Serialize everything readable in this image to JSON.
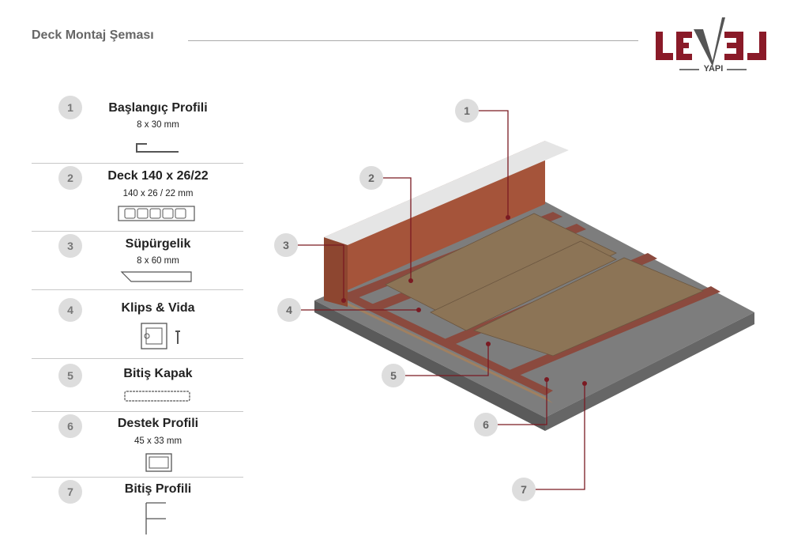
{
  "header": {
    "title": "Deck Montaj Şeması",
    "logo_text": "LEVEL",
    "logo_sub": "YAPI"
  },
  "colors": {
    "brand": "#8a1a28",
    "callout_line": "#7a1a22",
    "deck": "#8c7456",
    "brick": "#a5543a"
  },
  "parts": [
    {
      "n": "1",
      "name": "Başlangıç Profili",
      "dim": "8 x 30 mm"
    },
    {
      "n": "2",
      "name": "Deck 140 x 26/22",
      "dim": "140 x 26 / 22 mm"
    },
    {
      "n": "3",
      "name": "Süpürgelik",
      "dim": "8 x 60 mm"
    },
    {
      "n": "4",
      "name": "Klips & Vida"
    },
    {
      "n": "5",
      "name": "Bitiş Kapak"
    },
    {
      "n": "6",
      "name": "Destek Profili",
      "dim": "45 x 33 mm"
    },
    {
      "n": "7",
      "name": "Bitiş Profili"
    }
  ],
  "callouts": [
    "1",
    "2",
    "3",
    "4",
    "5",
    "6",
    "7"
  ]
}
